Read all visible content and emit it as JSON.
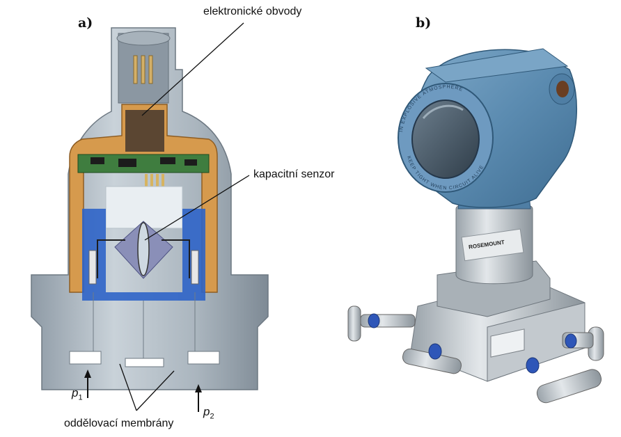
{
  "panels": {
    "a": "a)",
    "b": "b)"
  },
  "callouts": {
    "electronics": "elektronické obvody",
    "sensor": "kapacitní senzor",
    "membranes": "oddělovací membrány"
  },
  "pressures": {
    "p1_symbol": "p",
    "p1_sub": "1",
    "p2_symbol": "p",
    "p2_sub": "2"
  },
  "nameplate": {
    "brand": "ROSEMOUNT",
    "dial_text_top": "IN EXPLOSIVE ATMOSPHERE",
    "dial_text_bottom": "KEEP TIGHT WHEN CIRCUIT ALIVE"
  },
  "colors": {
    "housing_blue": "#5f8fb3",
    "metal": "#b9c3cb",
    "fill_oil": "#2f64c8",
    "copper": "#d69a4d",
    "pcb_green": "#3f7d3f"
  }
}
